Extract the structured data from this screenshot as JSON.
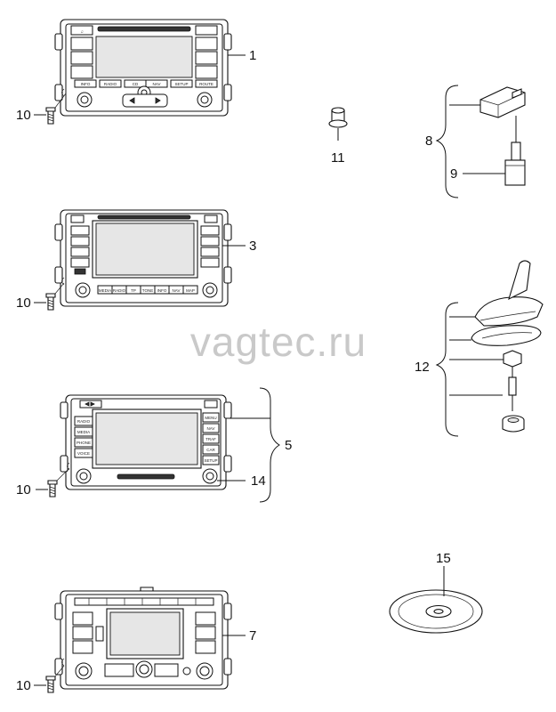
{
  "watermark": "vagtec.ru",
  "callouts": {
    "c1": "1",
    "c3": "3",
    "c5": "5",
    "c7": "7",
    "c8": "8",
    "c9": "9",
    "c10a": "10",
    "c10b": "10",
    "c10c": "10",
    "c10d": "10",
    "c11": "11",
    "c12": "12",
    "c14": "14",
    "c15": "15"
  },
  "unit1_buttons": [
    "INFO",
    "RADIO",
    "CD",
    "NAV",
    "SETUP",
    "ROUTE"
  ],
  "unit3_buttons": [
    "MEDIA",
    "RADIO",
    "TP",
    "TONE",
    "INFO",
    "NAV",
    "MAP"
  ],
  "unit5_left_buttons": [
    "RADIO",
    "MEDIA",
    "PHONE",
    "VOICE"
  ],
  "unit5_right_buttons": [
    "MENU",
    "NAV",
    "TRAF",
    "CAR",
    "SETUP"
  ]
}
